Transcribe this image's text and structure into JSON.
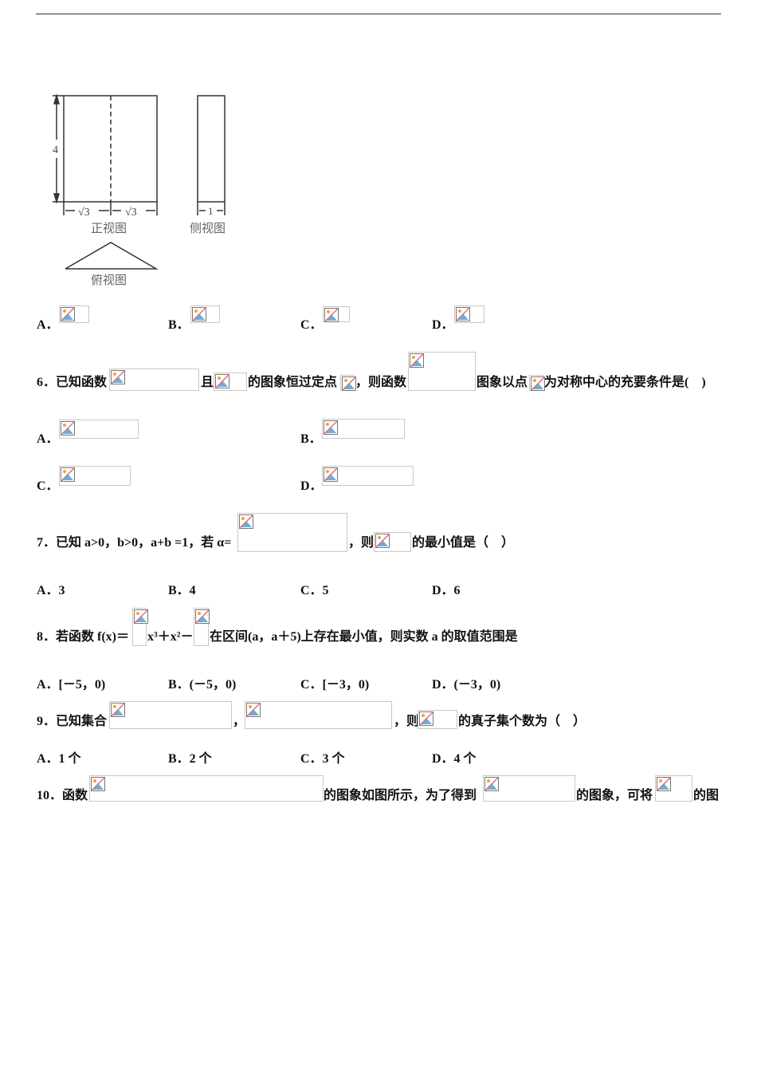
{
  "figure": {
    "height_label": "4",
    "width_label_left": "√3",
    "width_label_right": "√3",
    "side_width_label": "1",
    "front_view": "正视图",
    "side_view": "侧视图",
    "top_view": "俯视图"
  },
  "q5": {
    "options": [
      "A．",
      "B．",
      "C．",
      "D．"
    ]
  },
  "q6": {
    "num": "6．已知函数",
    "t1": "且",
    "t2": "的图象恒过定点",
    "t3": "，则函数",
    "t4": "图象以点",
    "t5": "为对称中心的充要条件是(    )",
    "options": [
      "A．",
      "B．",
      "C．",
      "D．"
    ]
  },
  "q7": {
    "stem": "7．已知 a>0，b>0，a+b =1，若 α=",
    "t1": "，则",
    "t2": "的最小值是（    ）",
    "options": [
      "A．3",
      "B．4",
      "C．5",
      "D．6"
    ]
  },
  "q8": {
    "stem": "8．若函数 f(x)＝",
    "mid": "x³＋x²－",
    "tail": "在区间(a，a＋5)上存在最小值，则实数 a 的取值范围是",
    "options": [
      "A．[－5，0)",
      "B．(－5，0)",
      "C．[－3，0)",
      "D．(－3，0)"
    ]
  },
  "q9": {
    "stem": "9．已知集合",
    "t1": "，",
    "t2": "，则",
    "t3": "的真子集个数为（    ）",
    "options": [
      "A．1 个",
      "B．2 个",
      "C．3 个",
      "D．4 个"
    ]
  },
  "q10": {
    "stem": "10．函数",
    "t1": "的图象如图所示，为了得到",
    "t2": "的图象，可将",
    "t3": "的图"
  }
}
